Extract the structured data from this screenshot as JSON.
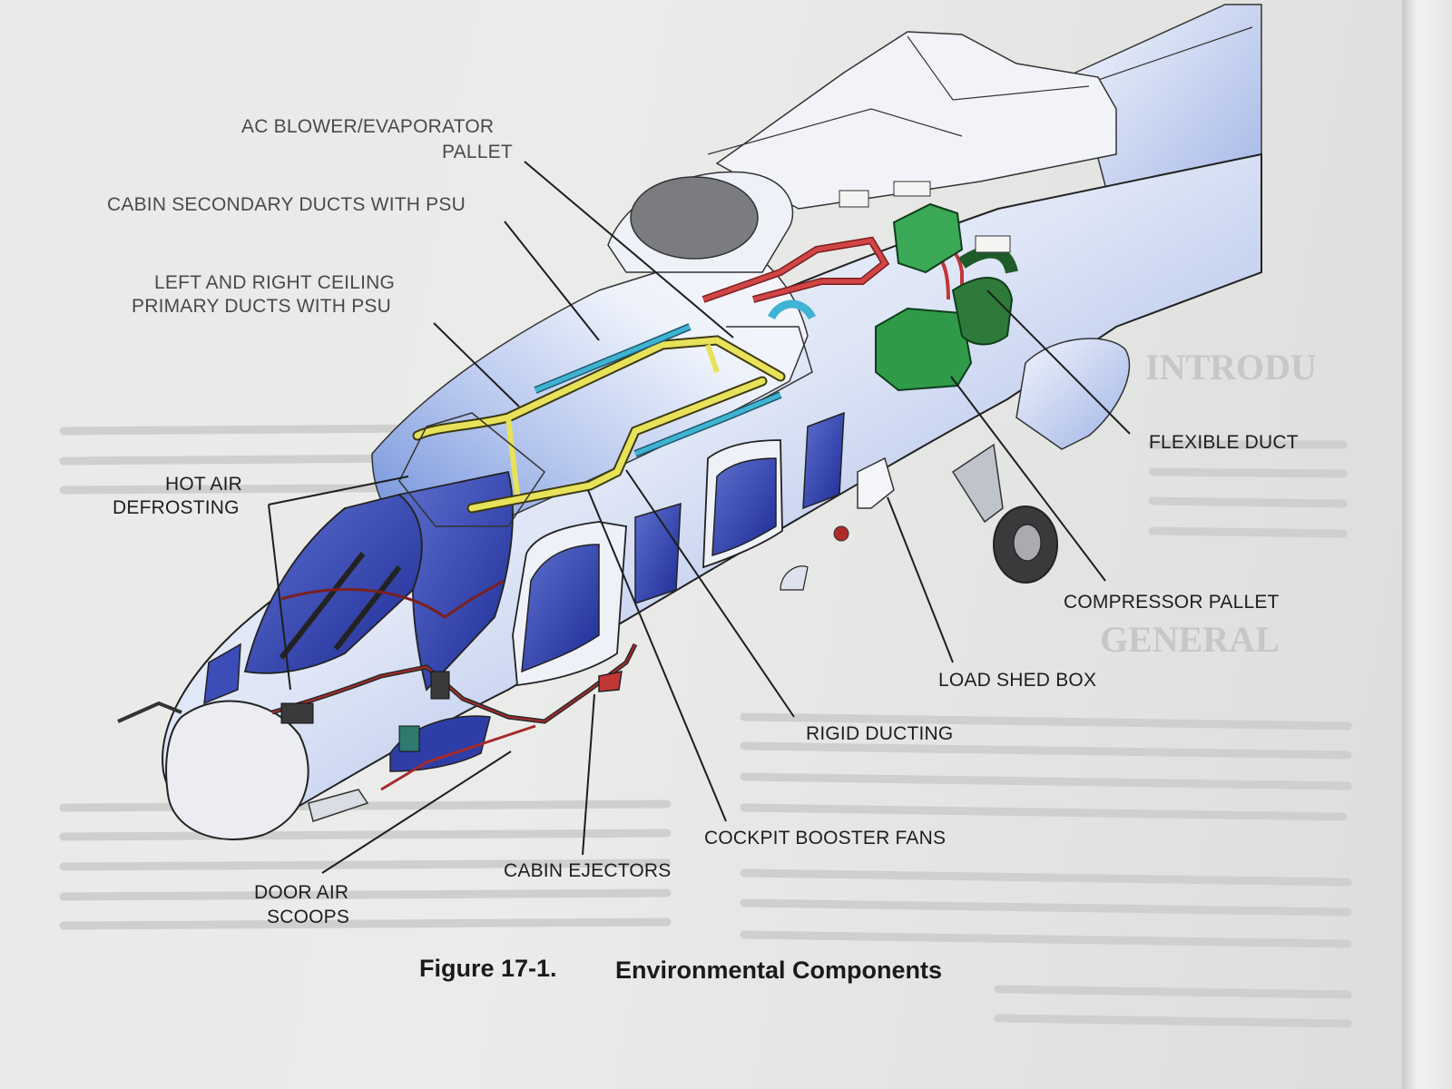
{
  "figure": {
    "number": "Figure 17-1.",
    "title": "Environmental Components"
  },
  "callouts": {
    "ac_blower": [
      "AC BLOWER/EVAPORATOR",
      "PALLET"
    ],
    "cabin_secondary": [
      "CABIN SECONDARY DUCTS WITH PSU"
    ],
    "ceiling_primary": [
      "LEFT AND RIGHT CEILING",
      "PRIMARY DUCTS WITH PSU"
    ],
    "hot_air": [
      "HOT AIR",
      "DEFROSTING"
    ],
    "flexible_duct": [
      "FLEXIBLE DUCT"
    ],
    "compressor_pallet": [
      "COMPRESSOR PALLET"
    ],
    "load_shed_box": [
      "LOAD SHED BOX"
    ],
    "rigid_ducting": [
      "RIGID DUCTING"
    ],
    "cockpit_booster": [
      "COCKPIT BOOSTER FANS"
    ],
    "cabin_ejectors": [
      "CABIN EJECTORS"
    ],
    "door_air_scoops": [
      "DOOR AIR",
      "SCOOPS"
    ]
  },
  "bleed_through": {
    "heading_1": "INTRODU",
    "heading_2": "GENERAL"
  },
  "colors": {
    "fuselage_light": "#f2f5fb",
    "fuselage_blue": "#6f8fd8",
    "window_blue": "#2f3fae",
    "ceiling_duct_yellow": "#e7e25a",
    "secondary_duct_cyan": "#3fb3d3",
    "heater_duct_red": "#c23636",
    "compressor_green": "#2f9a48",
    "flexible_duct_green": "#2f7a3a",
    "leader_line": "#1e1e1e"
  }
}
